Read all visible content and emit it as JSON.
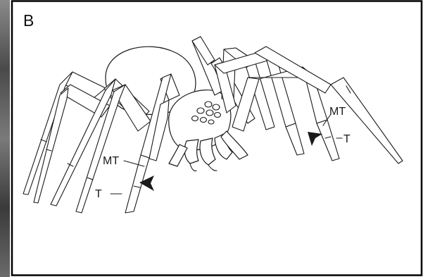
{
  "figure": {
    "panel_label": "B",
    "labels": {
      "mt_left": "MT",
      "t_left": "T",
      "mt_right": "MT",
      "t_right": "T"
    },
    "colors": {
      "ink": "#1a1a1a",
      "background": "#ffffff",
      "frame": "#000000",
      "left_strip": "#6b6b6b"
    },
    "icons": [
      "arrowhead-left-icon",
      "arrowhead-right-icon"
    ]
  }
}
